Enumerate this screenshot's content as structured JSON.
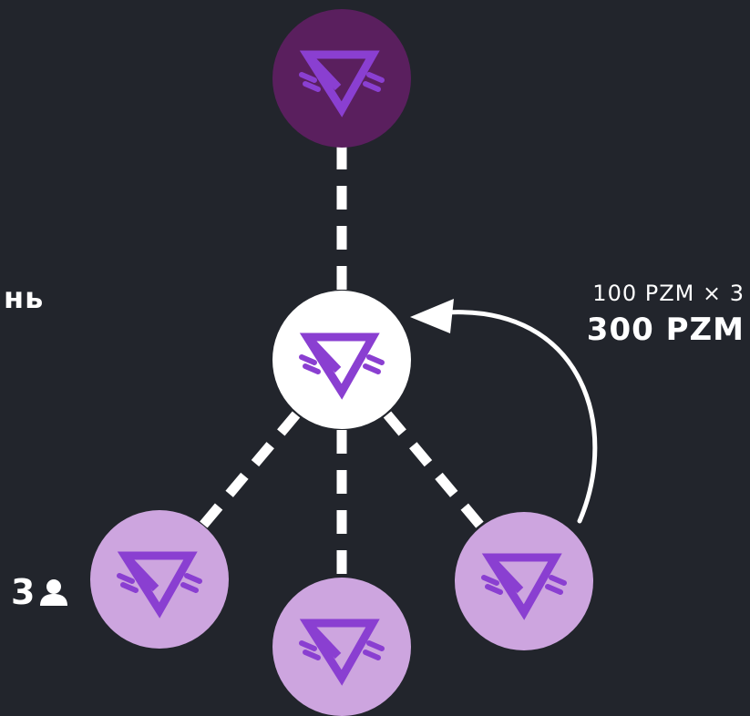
{
  "labels": {
    "level_fragment": "нь",
    "referral_count": "3",
    "reward_formula": "100 PZM × 3",
    "reward_total": "300 PZM"
  },
  "icons": {
    "node_logo": "prizm-logo-icon",
    "user": "user-icon",
    "arrow": "curved-arrow-icon"
  },
  "colors": {
    "background": "#22252c",
    "top_node": "#5a1f5e",
    "center_node": "#ffffff",
    "referral_node": "#cda5df",
    "logo": "#8a3fd1",
    "connector": "#ffffff"
  },
  "nodes": [
    {
      "name": "top-node",
      "role": "upline"
    },
    {
      "name": "center-node",
      "role": "self"
    },
    {
      "name": "referral-node-left",
      "role": "referral"
    },
    {
      "name": "referral-node-middle",
      "role": "referral"
    },
    {
      "name": "referral-node-right",
      "role": "referral"
    }
  ]
}
